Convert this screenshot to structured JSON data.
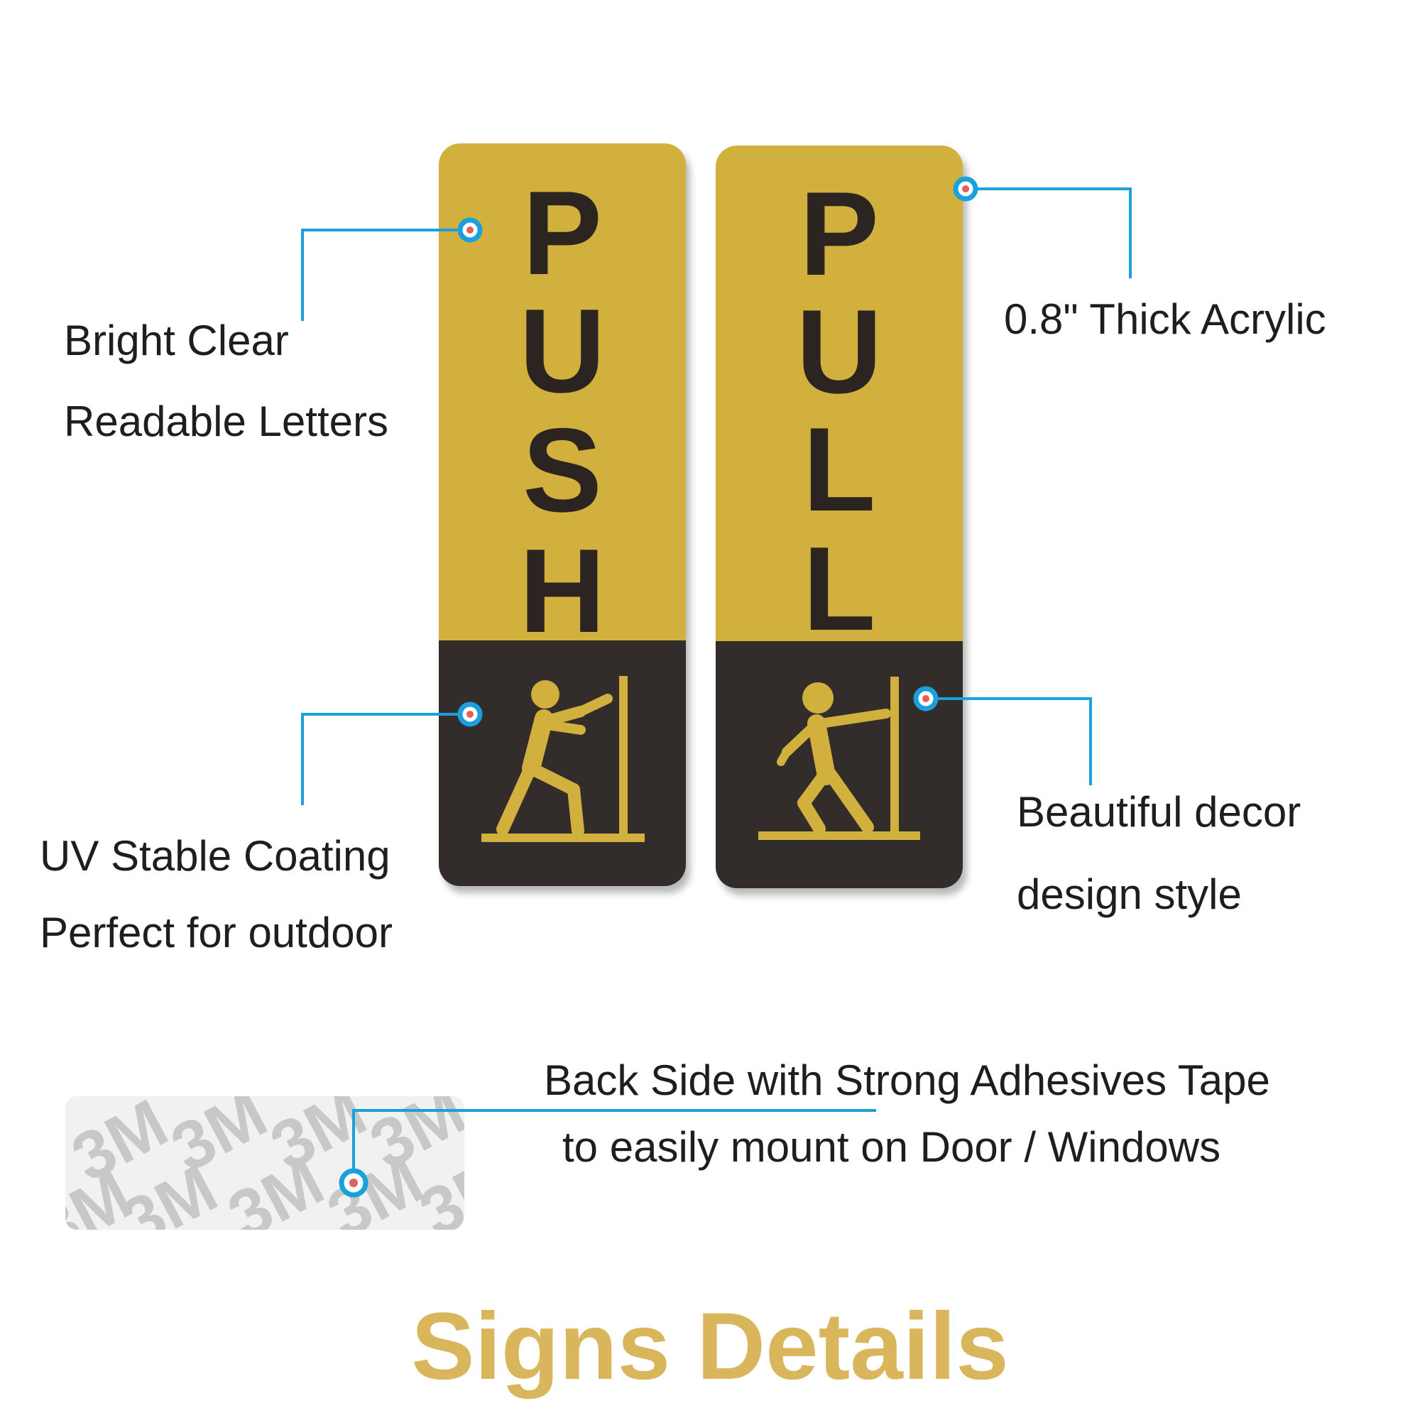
{
  "signs": {
    "push": {
      "letters": [
        "P",
        "U",
        "S",
        "H"
      ],
      "icon": "person-pushing-door-icon"
    },
    "pull": {
      "letters": [
        "P",
        "U",
        "L",
        "L"
      ],
      "icon": "person-pulling-door-icon"
    }
  },
  "features": {
    "readable_letters": {
      "line1": "Bright Clear",
      "line2": "Readable Letters"
    },
    "acrylic": {
      "line1": "0.8\" Thick Acrylic"
    },
    "uv_coating": {
      "line1": "UV Stable Coating",
      "line2": "Perfect for outdoor"
    },
    "decor": {
      "line1": "Beautiful decor",
      "line2": "design style"
    },
    "adhesive": {
      "line1": "Back Side with Strong Adhesives Tape",
      "line2": "to easily mount on Door / Windows"
    }
  },
  "tape": {
    "mark": "3M"
  },
  "title": "Signs Details",
  "colors": {
    "gold": "#d1b03e",
    "dark_brown": "#322d2b",
    "letter": "#2b2421",
    "callout_blue": "#1aa0dc",
    "callout_dot": "#e0605c",
    "title_gold": "#d9b65c"
  }
}
